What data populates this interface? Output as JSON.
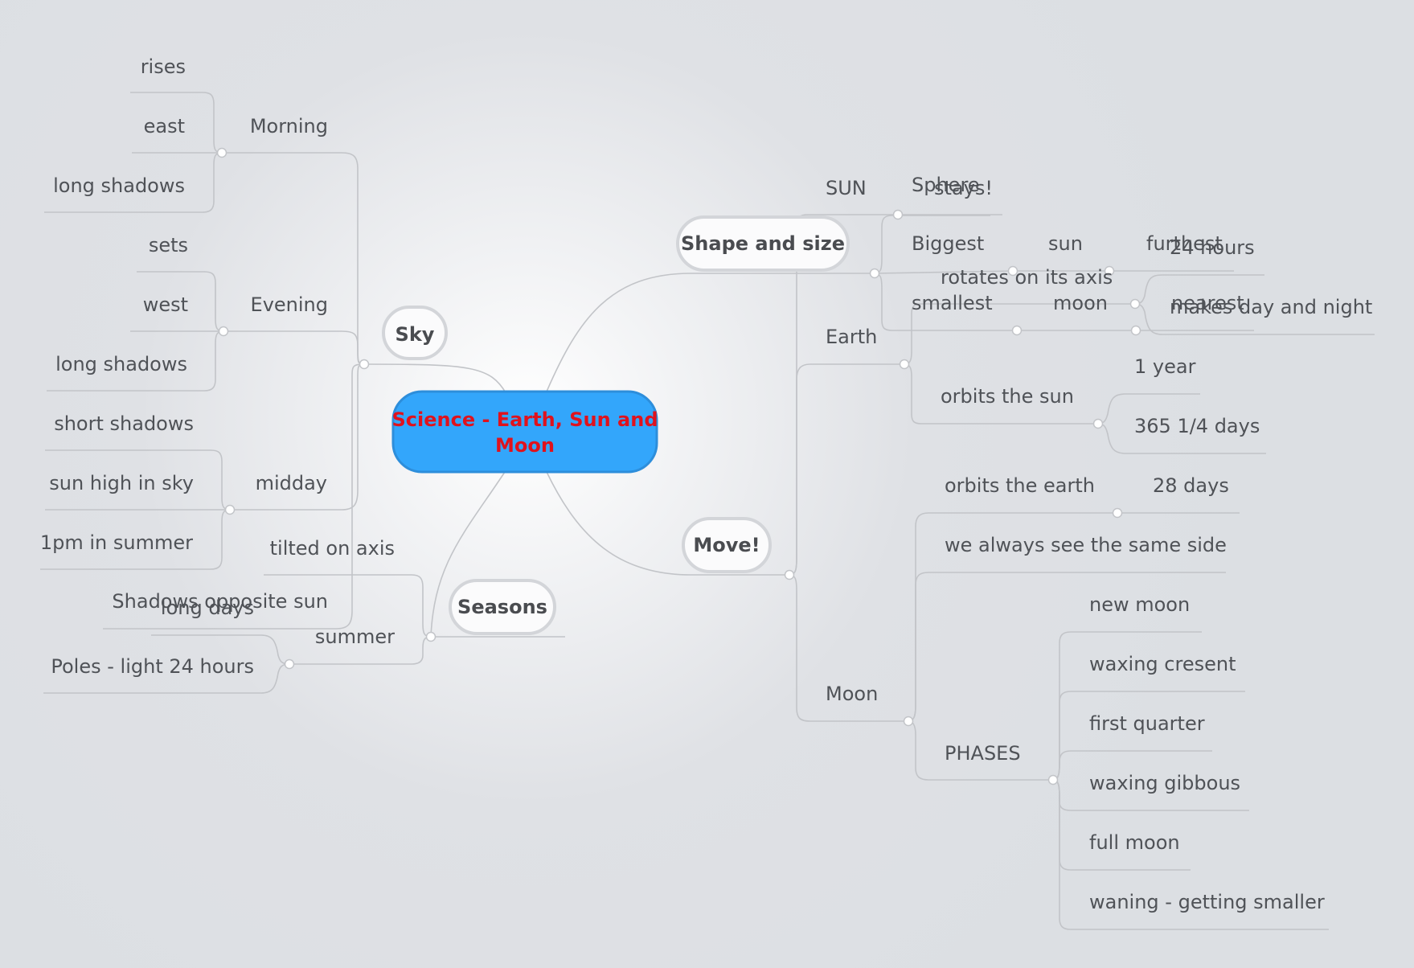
{
  "root": {
    "title": "Science - Earth, Sun and Moon",
    "line1": "Science - Earth, Sun and",
    "line2": "Moon"
  },
  "topics": {
    "sky": {
      "label": "Sky",
      "morning": {
        "label": "Morning",
        "items": [
          "rises",
          "east",
          "long shadows"
        ]
      },
      "evening": {
        "label": "Evening",
        "items": [
          "sets",
          "west",
          "long shadows"
        ]
      },
      "midday": {
        "label": "midday",
        "items": [
          "short shadows",
          "sun high in sky",
          "1pm in summer"
        ]
      },
      "shadows": "Shadows opposite sun"
    },
    "seasons": {
      "label": "Seasons",
      "tilted": "tilted on axis",
      "summer": {
        "label": "summer",
        "items": [
          "long days",
          "Poles - light 24 hours"
        ]
      }
    },
    "shape": {
      "label": "Shape and size",
      "sphere": "Sphere",
      "biggest": {
        "label": "Biggest",
        "sun": "sun",
        "furthest": "furthest"
      },
      "smallest": {
        "label": "smallest",
        "moon": "moon",
        "nearest": "nearest"
      }
    },
    "move": {
      "label": "Move!",
      "sun": {
        "label": "SUN",
        "stays": "stays!"
      },
      "earth": {
        "label": "Earth",
        "rotates": {
          "label": "rotates on its axis",
          "items": [
            "24 hours",
            "makes day and night"
          ]
        },
        "orbits": {
          "label": "orbits the sun",
          "items": [
            "1 year",
            "365 1/4 days"
          ]
        }
      },
      "moon": {
        "label": "Moon",
        "orbits": {
          "label": "orbits the earth",
          "days": "28 days"
        },
        "same_side": "we always see the same side",
        "phases": {
          "label": "PHASES",
          "items": [
            "new moon",
            "waxing cresent",
            "first quarter",
            "waxing gibbous",
            "full moon",
            "waning - getting smaller"
          ]
        }
      }
    }
  }
}
